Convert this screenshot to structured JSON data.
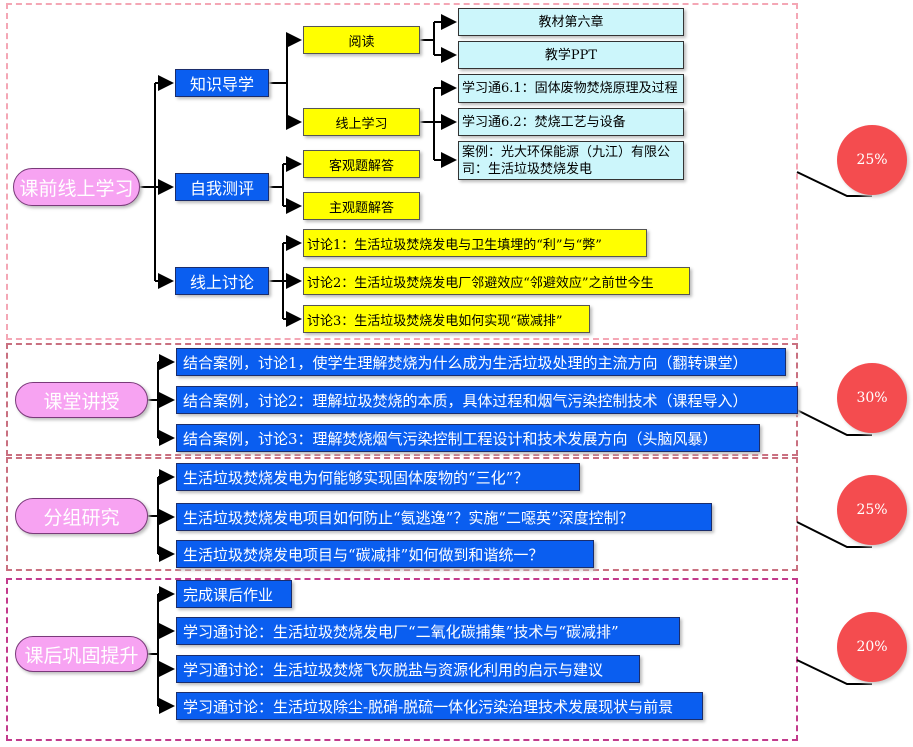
{
  "sections": [
    {
      "root": "课前线上学习",
      "branches": [
        "知识导学",
        "自我测评",
        "线上讨论"
      ],
      "yellow": [
        "阅读",
        "线上学习",
        "客观题解答",
        "主观题解答",
        "讨论1：生活垃圾焚烧发电与卫生填埋的“利”与“弊”",
        "讨论2：生活垃圾焚烧发电厂邻避效应“邻避效应”之前世今生",
        "讨论3：生活垃圾焚烧发电如何实现“碳减排”"
      ],
      "cyan": [
        "教材第六章",
        "教学PPT",
        "学习通6.1：固体废物焚烧原理及过程",
        "学习通6.2：焚烧工艺与设备",
        "案例：光大环保能源（九江）有限公司：生活垃圾焚烧发电"
      ],
      "percent": "25%"
    },
    {
      "root": "课堂讲授",
      "items": [
        "结合案例，讨论1，使学生理解焚烧为什么成为生活垃圾处理的主流方向（翻转课堂）",
        "结合案例，讨论2：理解垃圾焚烧的本质，具体过程和烟气污染控制技术（课程导入）",
        "结合案例，讨论3：理解焚烧烟气污染控制工程设计和技术发展方向（头脑风暴）"
      ],
      "percent": "30%"
    },
    {
      "root": "分组研究",
      "items": [
        "生活垃圾焚烧发电为何能够实现固体废物的“三化”？",
        "生活垃圾焚烧发电项目如何防止“氨逃逸”？实施“二噁英”深度控制？",
        "生活垃圾焚烧发电项目与“碳减排”如何做到和谐统一？"
      ],
      "percent": "25%"
    },
    {
      "root": "课后巩固提升",
      "items": [
        "完成课后作业",
        "学习通讨论：生活垃圾焚烧发电厂“二氧化碳捕集”技术与“碳减排”",
        "学习通讨论：生活垃圾焚烧飞灰脱盐与资源化利用的启示与建议",
        "学习通讨论：生活垃圾除尘-脱硝-脱硫一体化污染治理技术发展现状与前景"
      ],
      "percent": "20%"
    }
  ],
  "colors": {
    "root": "#f7a3f2",
    "branch": "#0a5ef0",
    "leaf_yellow": "#ffff00",
    "leaf_cyan": "#ccf6fb",
    "circle": "#f44c4f"
  }
}
